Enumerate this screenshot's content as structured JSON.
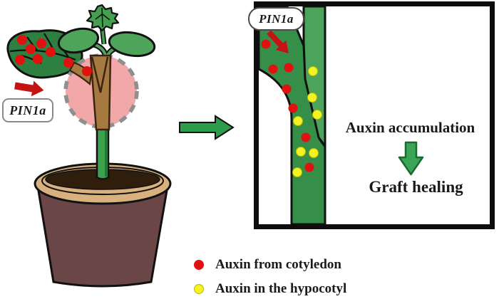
{
  "figure": {
    "left_panel": {
      "pin1a_label": "PIN1a",
      "description": "grafted seedling in pot with graft junction highlighted"
    },
    "right_panel": {
      "pin1a_label": "PIN1a",
      "accumulation_text": "Auxin accumulation",
      "healing_text": "Graft healing"
    },
    "legend": [
      {
        "label": "Auxin from cotyledon"
      },
      {
        "label": "Auxin in the hypocotyl"
      }
    ]
  },
  "colors": {
    "auxin_cotyledon": "#e01111",
    "auxin_hypocotyl": "#f2f224",
    "auxin_hypocotyl_edge": "#b9b900",
    "cotyledon_green": "#2e8040",
    "scion_leaf_green": "#4fa45c",
    "top_leaf_green": "#43a04e",
    "stem_green": "#3ba14d",
    "wedge_green": "#368f48",
    "strip_green": "#4ca45c",
    "transition_arrow_green": "#2d9c4d",
    "causal_arrow_green": "#3ba456",
    "causal_arrow_edge": "#1a6b30",
    "red_arrow": "#c51212",
    "graft_circle_pink": "#f1a1a1",
    "dash_gray": "#8f8f8f",
    "graft_brown": "#a5793f",
    "graft_brown_edge": "#3a2410",
    "pot_body": "#6a4647",
    "pot_rim": "#d8b17e",
    "soil_dark": "#301e0d",
    "outline_black": "#111111"
  }
}
